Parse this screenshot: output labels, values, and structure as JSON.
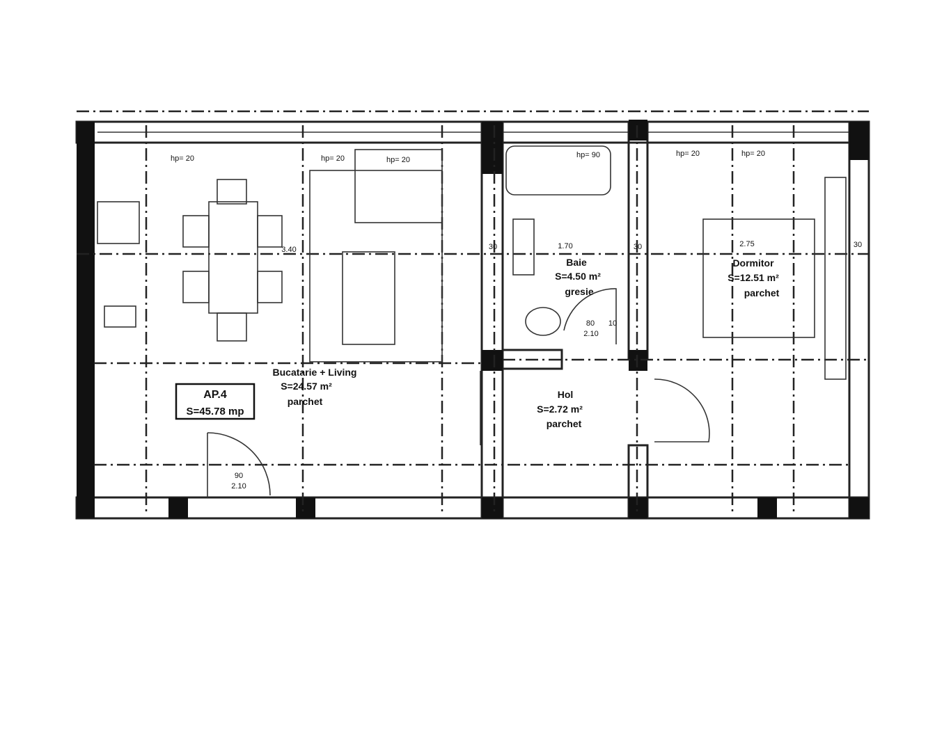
{
  "apartment": {
    "name": "AP.4",
    "area": "S=45.78 mp"
  },
  "rooms": [
    {
      "name": "Bucatarie + Living",
      "area": "S=24.57 m²",
      "floor": "parchet"
    },
    {
      "name": "Baie",
      "area": "S=4.50 m²",
      "floor": "gresie"
    },
    {
      "name": "Dormitor",
      "area": "S=12.51 m²",
      "floor": "parchet"
    },
    {
      "name": "Hol",
      "area": "S=2.72 m²",
      "floor": "parchet"
    }
  ],
  "dimensions": {
    "living_width": "3.40",
    "bath_width": "1.70",
    "bedroom_width": "2.75",
    "wall": "30",
    "door_bath": "80",
    "door_bath_h": "2.10",
    "door_entry": "90",
    "door_entry_h": "2.10",
    "window_sill": "hp= 20",
    "window_sill_bath": "hp= 90",
    "side": "10"
  }
}
